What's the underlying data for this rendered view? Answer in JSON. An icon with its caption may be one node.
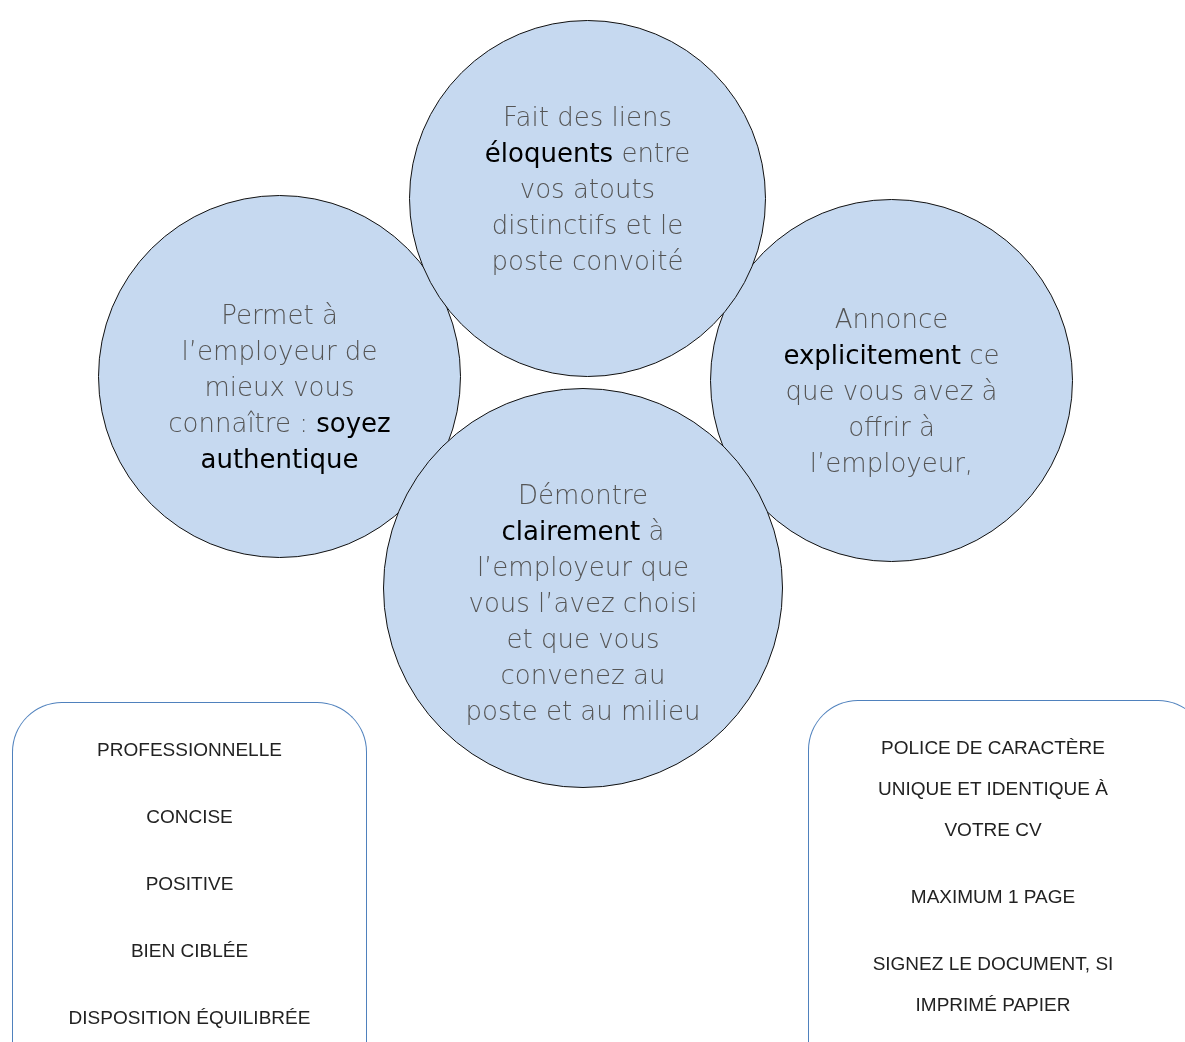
{
  "diagram": {
    "nodes": [
      {
        "text": [
          "Fait des liens **éloquents** entre vos atouts distinctifs et le poste convoité"
        ]
      },
      {
        "text": [
          "Permet à l’employeur de mieux vous connaître : **soyez authentique**"
        ]
      },
      {
        "text": [
          "Annonce **explicitement** ce que vous avez à offrir à l’employeur,"
        ]
      },
      {
        "text": [
          "Démontre **clairement** à l’employeur que vous l’avez choisi et que vous convenez au poste et au milieu"
        ]
      },
      {
        "text": [
          "PROFESSIONNELLE",
          "CONCISE",
          "POSITIVE",
          "BIEN CIBLÉE",
          "DISPOSITION ÉQUILIBRÉE"
        ]
      },
      {
        "text": [
          "POLICE DE CARACTÈRE UNIQUE ET IDENTIQUE À VOTRE CV",
          "MAXIMUM 1 PAGE",
          "SIGNEZ LE DOCUMENT, SI IMPRIMÉ PAPIER"
        ]
      }
    ],
    "edges": []
  }
}
